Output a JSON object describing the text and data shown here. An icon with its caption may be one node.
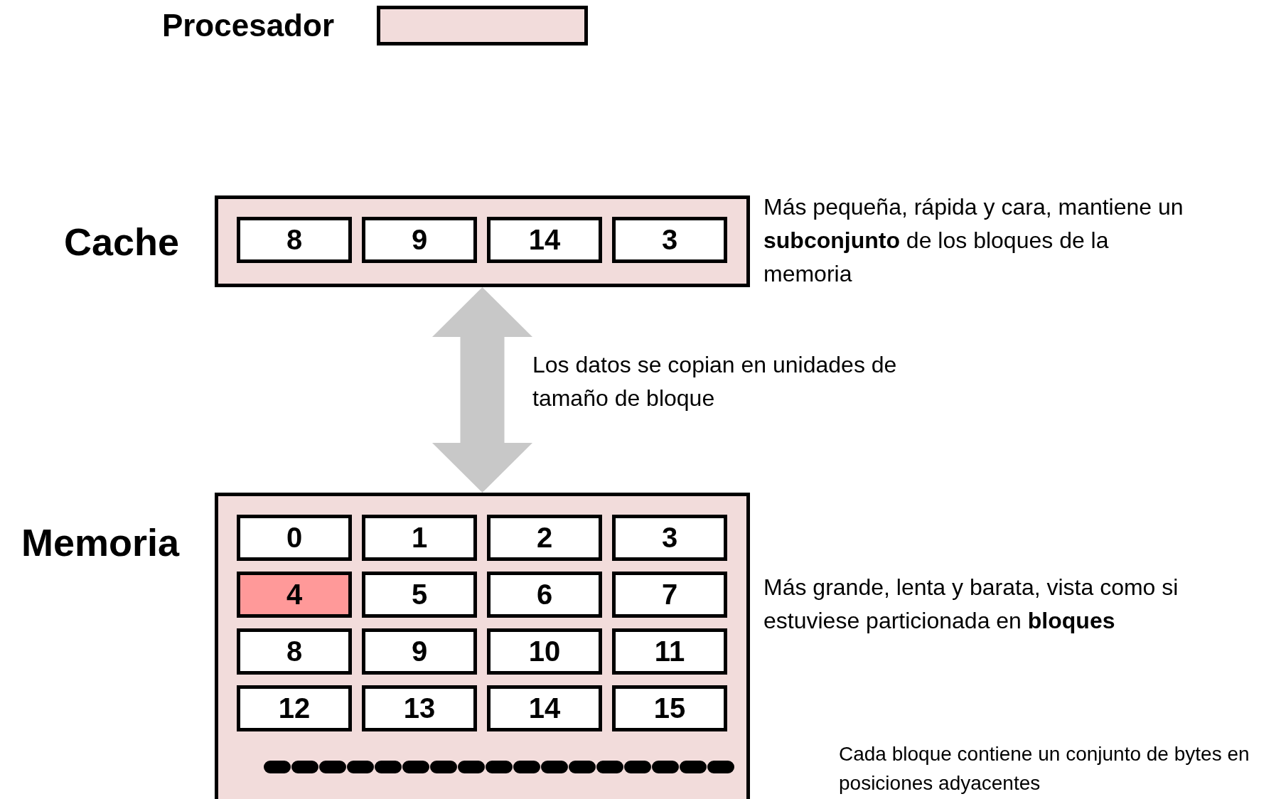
{
  "diagram": {
    "nodes": [
      {
        "text": [
          "Procesador"
        ]
      },
      {
        "text": [
          "Cache"
        ],
        "beside": [
          "Más pequeña, rápida y cara, mantiene un **subconjunto** de los bloques de la memoria"
        ]
      },
      {
        "text": [
          "8"
        ],
        "in": 1
      },
      {
        "text": [
          "9"
        ],
        "in": 1
      },
      {
        "text": [
          "14"
        ],
        "in": 1
      },
      {
        "text": [
          "3"
        ],
        "in": 1
      },
      {
        "text": [
          "Memoria"
        ],
        "beside": [
          "Más grande, lenta y barata, vista como si estuviese particionada en **bloques**"
        ]
      },
      {
        "text": [
          "0"
        ],
        "in": 6
      },
      {
        "text": [
          "1"
        ],
        "in": 6
      },
      {
        "text": [
          "2"
        ],
        "in": 6
      },
      {
        "text": [
          "3"
        ],
        "in": 6
      },
      {
        "text": [
          "4"
        ],
        "in": 6
      },
      {
        "text": [
          "5"
        ],
        "in": 6
      },
      {
        "text": [
          "6"
        ],
        "in": 6
      },
      {
        "text": [
          "7"
        ],
        "in": 6
      },
      {
        "text": [
          "8"
        ],
        "in": 6
      },
      {
        "text": [
          "9"
        ],
        "in": 6
      },
      {
        "text": [
          "10"
        ],
        "in": 6
      },
      {
        "text": [
          "11"
        ],
        "in": 6
      },
      {
        "text": [
          "12"
        ],
        "in": 6
      },
      {
        "text": [
          "13"
        ],
        "in": 6
      },
      {
        "text": [
          "14"
        ],
        "in": 6
      },
      {
        "text": [
          "15"
        ],
        "in": 6
      }
    ],
    "edges": [
      {
        "from": 1,
        "to": 6,
        "arrow": "both",
        "label": "Los datos se copian en unidades de tamaño de bloque"
      }
    ],
    "labels": [
      "Cada bloque contiene un conjunto de bytes en posiciones adyacentes"
    ]
  }
}
